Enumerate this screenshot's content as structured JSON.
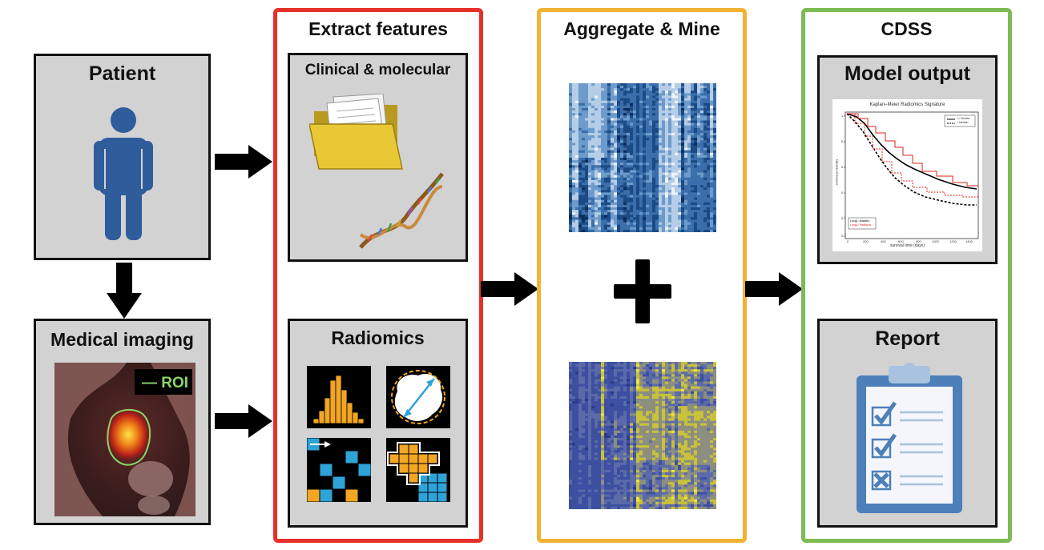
{
  "patient": {
    "title": "Patient"
  },
  "imaging": {
    "title": "Medical imaging",
    "roi_label": "— ROI"
  },
  "extract": {
    "title": "Extract features",
    "clinical_title": "Clinical & molecular",
    "radiomics_title": "Radiomics"
  },
  "aggregate": {
    "title": "Aggregate & Mine"
  },
  "cdss": {
    "title": "CDSS",
    "model_title": "Model output",
    "report_title": "Report",
    "km_plot": {
      "title": "Kaplan–Meier Radiomics Signature",
      "xlabel": "survival time (days)",
      "ylabel": "survival probability",
      "legend": [
        "<= Median",
        "> Median"
      ],
      "cohort_legend": [
        "Lung1: Maastro",
        "Lung2: Radboud"
      ]
    }
  },
  "colors": {
    "extract_border": "#e8302a",
    "aggregate_border": "#f2b233",
    "cdss_border": "#7dbb55",
    "person": "#2f5d9b",
    "panel_gray": "#d2d2d2"
  }
}
